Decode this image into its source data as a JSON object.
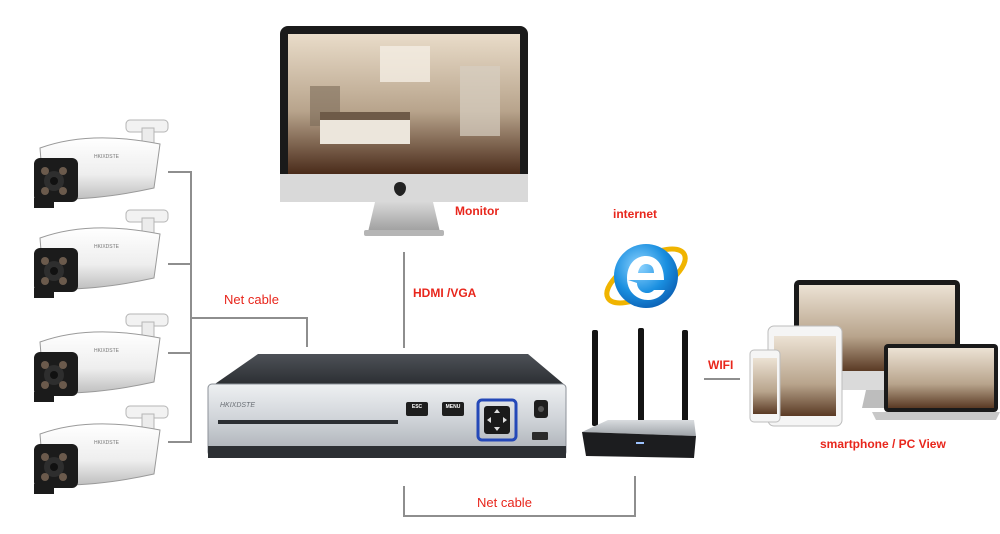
{
  "labels": {
    "monitor": "Monitor",
    "internet": "internet",
    "net_cable_left": "Net cable",
    "hdmi_vga": "HDMI /VGA",
    "wifi": "WIFI",
    "net_cable_bottom": "Net cable",
    "view": "smartphone / PC View"
  },
  "nvr": {
    "brand": "HKIXDSTE",
    "esc": "ESC",
    "menu": "MENU"
  },
  "camera": {
    "brand": "HKIXDSTE"
  },
  "colors": {
    "label_red": "#e8261c",
    "wire_gray": "#8e8e8e",
    "ie_blue": "#1a8fe0",
    "nvr_dark": "#3a3d42",
    "nvr_silver": "#cfd3d8"
  },
  "icons": {
    "monitor": "apple-imac-icon",
    "internet": "internet-explorer-icon",
    "router": "wifi-router-icon",
    "camera": "bullet-camera-icon",
    "dvr": "nvr-recorder-icon"
  }
}
